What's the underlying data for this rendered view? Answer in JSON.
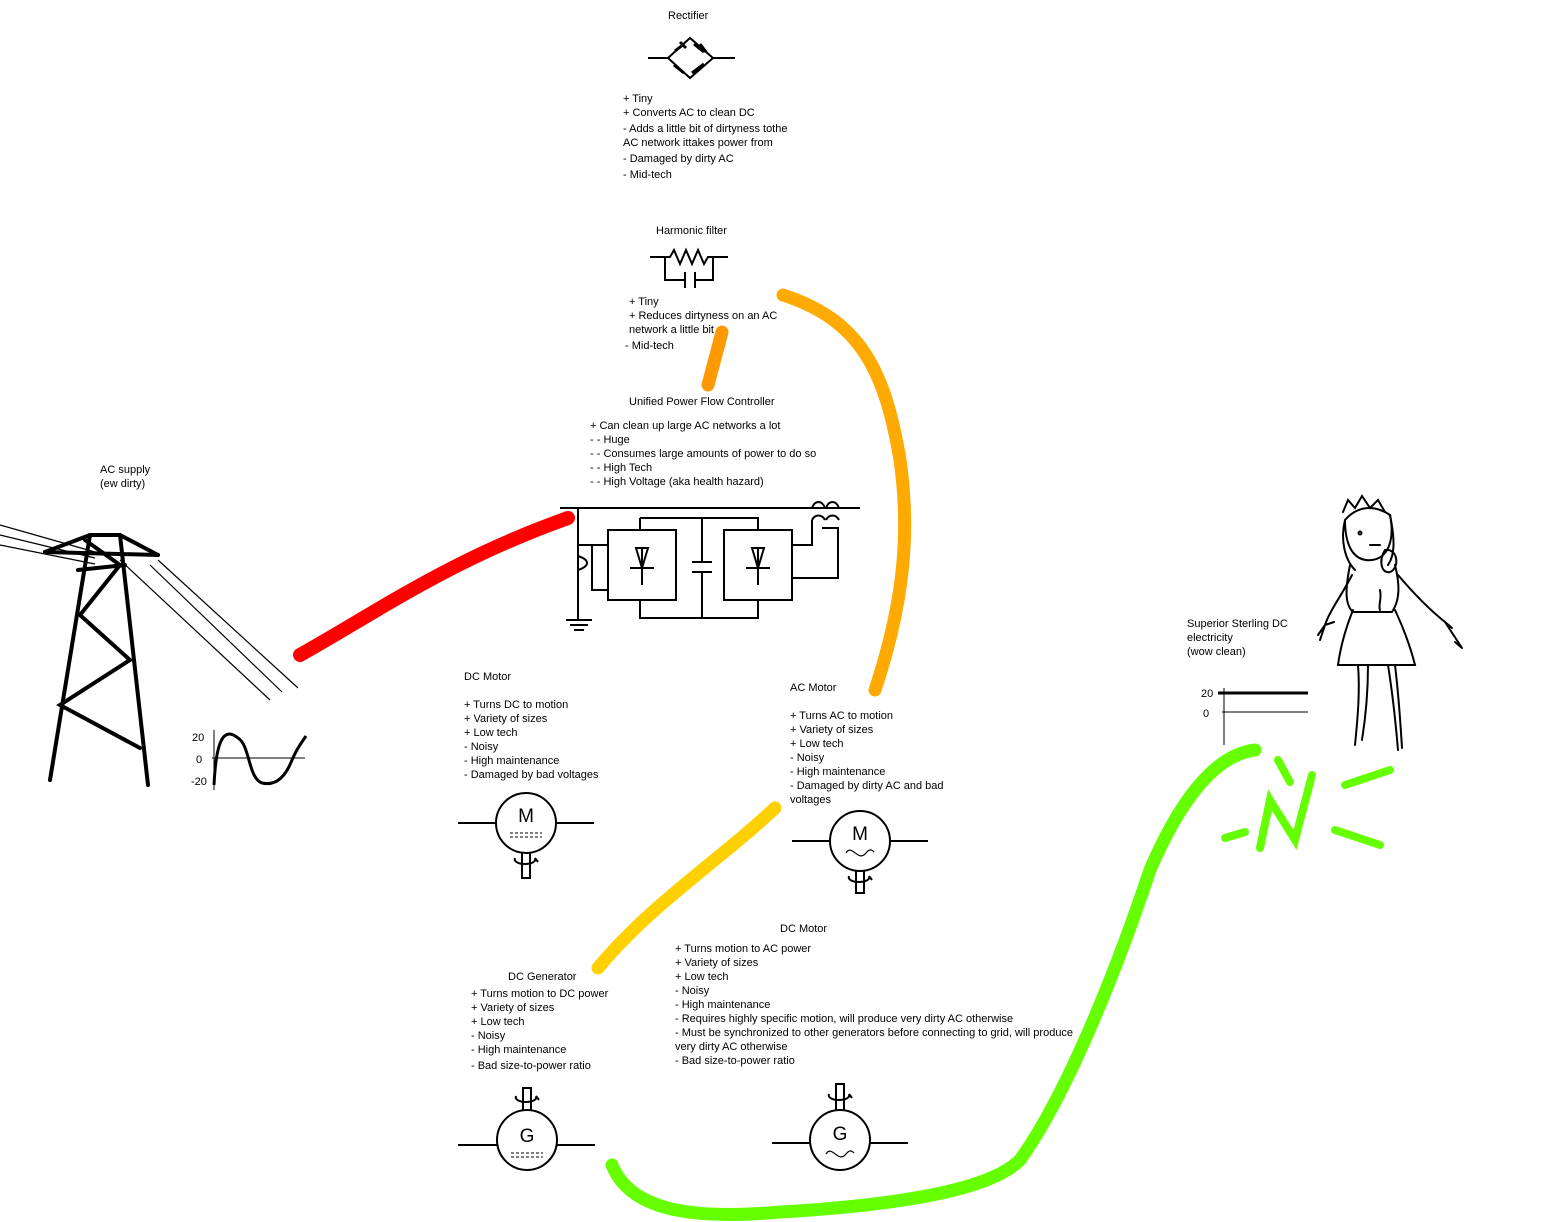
{
  "rectifier": {
    "title": "Rectifier",
    "notes": [
      "+ Tiny",
      "+ Converts AC to clean DC",
      "- Adds a little bit of dirtyness tothe AC network ittakes power from",
      "- Damaged by dirty AC",
      "- Mid-tech"
    ]
  },
  "harmonic_filter": {
    "title": "Harmonic filter",
    "notes": [
      "+ Tiny",
      "+ Reduces dirtyness on an AC network a little bit",
      "- Mid-tech"
    ]
  },
  "upfc": {
    "title": "Unified Power Flow Controller",
    "notes": [
      "+ Can clean up large AC networks a lot",
      "- - Huge",
      "- - Consumes large amounts of power to do so",
      "- - High Tech",
      "- - High Voltage (aka health hazard)"
    ]
  },
  "ac_supply": {
    "title": "AC supply",
    "subtitle": "(ew dirty)",
    "graph": {
      "ticks": [
        "20",
        "0",
        "-20"
      ]
    }
  },
  "dc_motor": {
    "title": "DC Motor",
    "notes": [
      "+ Turns DC to motion",
      "+ Variety of sizes",
      "+ Low tech",
      "- Noisy",
      "- High maintenance",
      "- Damaged by bad voltages"
    ],
    "symbol": "M"
  },
  "ac_motor": {
    "title": "AC Motor",
    "notes": [
      "+ Turns AC to motion",
      "+ Variety of sizes",
      "+ Low tech",
      "- Noisy",
      "- High maintenance",
      "- Damaged by dirty AC and bad voltages"
    ],
    "symbol": "M"
  },
  "dc_generator": {
    "title": "DC Generator",
    "notes": [
      "+ Turns motion to DC power",
      "+ Variety of sizes",
      "+ Low tech",
      "- Noisy",
      "- High maintenance",
      "- Bad size-to-power ratio"
    ],
    "symbol": "G"
  },
  "ac_generator": {
    "title": "DC Motor",
    "notes": [
      "+ Turns motion to AC power",
      "+ Variety of sizes",
      "+ Low tech",
      "- Noisy",
      "- High maintenance",
      "- Requires highly specific motion, will produce very dirty AC otherwise",
      "- Must be synchronized to other generators before connecting to grid, will produce very dirty AC otherwise",
      "- Bad size-to-power ratio"
    ],
    "symbol": "G"
  },
  "dc_output": {
    "label": [
      "Superior Sterling DC",
      "electricity",
      "(wow clean)"
    ],
    "graph": {
      "ticks": [
        "20",
        "0"
      ]
    }
  },
  "colors": {
    "red": "#ff0000",
    "orange_dark": "#ff9900",
    "orange": "#ffaa00",
    "yellow": "#ffd000",
    "green": "#66ff00"
  }
}
